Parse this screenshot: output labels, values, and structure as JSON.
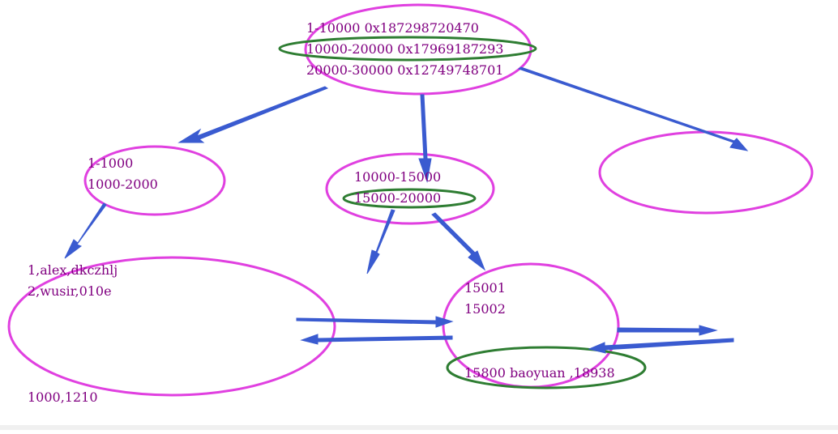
{
  "colors": {
    "ellipse_magenta": "#e040e0",
    "ellipse_green": "#2e7d32",
    "arrow_blue": "#3a5bd0",
    "text_purple": "#800080"
  },
  "root_node": {
    "entries": [
      "1-10000 0x187298720470",
      "10000-20000 0x17969187293",
      "20000-30000 0x12749748701"
    ]
  },
  "left_node": {
    "entries": [
      "1-1000",
      "1000-2000"
    ]
  },
  "middle_node": {
    "entries": [
      "10000-15000",
      "15000-20000"
    ]
  },
  "right_node": {
    "entries": []
  },
  "leaf_left": {
    "rows": [
      "1,alex,dkczhlj",
      "2,wusir,010e"
    ],
    "last_row": "1000,1210"
  },
  "leaf_middle": {
    "rows": [
      "15001",
      "15002"
    ],
    "highlight_row": "15800 baoyuan ,18938"
  }
}
